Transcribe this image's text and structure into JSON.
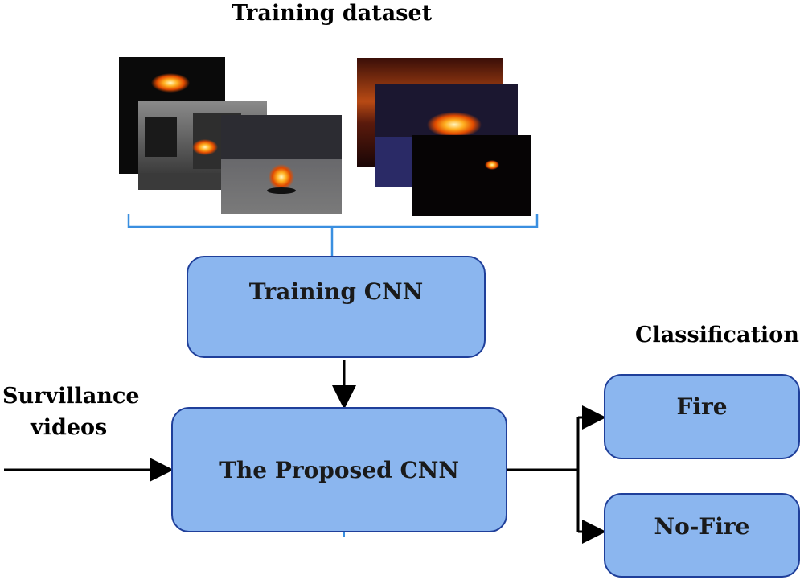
{
  "labels": {
    "training_dataset": "Training dataset",
    "classification": "Classification",
    "survillance": "Survillance",
    "videos": "videos"
  },
  "boxes": {
    "training_cnn": "Training CNN",
    "proposed_cnn": "The Proposed CNN",
    "fire": "Fire",
    "no_fire": "No-Fire"
  },
  "colors": {
    "box_fill": "#8bb6ef",
    "box_border": "#1f3f9a",
    "bracket": "#3a8fe0",
    "arrow": "#000000"
  }
}
